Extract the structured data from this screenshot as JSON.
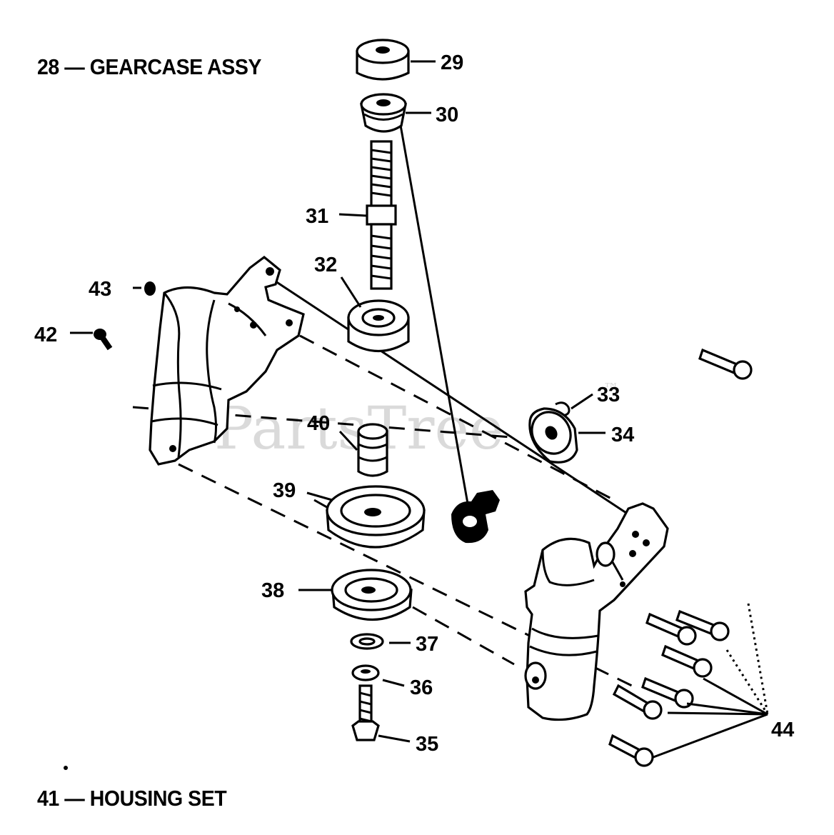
{
  "titles": {
    "gearcase": "28 — GEARCASE ASSY",
    "housing": "41 — HOUSING SET"
  },
  "watermark": "PartsTree",
  "watermark_mark": "™",
  "labels": {
    "p29": "29",
    "p30": "30",
    "p31": "31",
    "p32": "32",
    "p33": "33",
    "p34": "34",
    "p35": "35",
    "p36": "36",
    "p37": "37",
    "p38": "38",
    "p39": "39",
    "p40": "40",
    "p42": "42",
    "p43": "43",
    "p44": "44"
  }
}
